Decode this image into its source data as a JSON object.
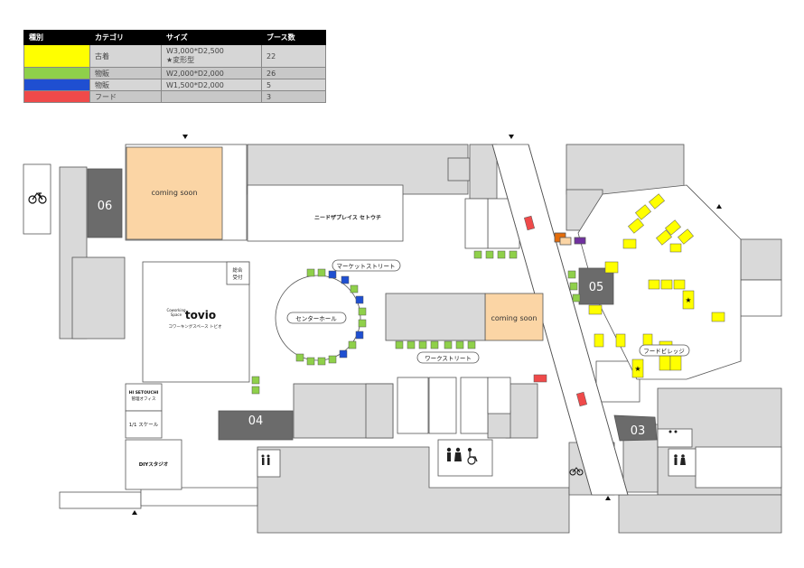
{
  "legend": {
    "headers": [
      "種別",
      "カテゴリ",
      "サイズ",
      "ブース数"
    ],
    "rows": [
      {
        "color": "#ffff00",
        "category": "古着",
        "size_line1": "W3,000*D2,500",
        "size_line2": "★変形型",
        "count": "22"
      },
      {
        "color": "#8fd04a",
        "category": "物販",
        "size_line1": "W2,000*D2,000",
        "size_line2": "",
        "count": "26"
      },
      {
        "color": "#1f4fd1",
        "category": "物販",
        "size_line1": "W1,500*D2,000",
        "size_line2": "",
        "count": "5"
      },
      {
        "color": "#ef4a4a",
        "category": "フード",
        "size_line1": "",
        "size_line2": "",
        "count": "3"
      }
    ]
  },
  "map": {
    "colors": {
      "yellow": "#ffff00",
      "green": "#8fd04a",
      "blue": "#1f4fd1",
      "red": "#ef4a4a",
      "orange": "#fbd5a5",
      "building": "#d9d9d9",
      "dark": "#6b6b6b",
      "purple": "#7030a0",
      "orange_small": "#e36c0a"
    },
    "labels": {
      "coming_soon_1": "coming soon",
      "coming_soon_2": "coming soon",
      "need_supply": "ニードザプレイス セトウチ",
      "market_street": "マーケットストリート",
      "center_hall": "センターホール",
      "work_street": "ワークストリート",
      "food": "フードビレッジ",
      "general_reception_1": "総合",
      "general_reception_2": "受付",
      "coworking_1": "Coworking",
      "coworking_2": "Space",
      "tovio": "tovio",
      "coworking_ja": "コワーキングスペース トビオ",
      "hi_setouchi_1": "HI SETOUCHI",
      "hi_setouchi_2": "管理オフィス",
      "scale": "1/1 スケール",
      "diy": "DIYスタジオ",
      "room_06": "06",
      "room_04": "04",
      "room_05": "05",
      "room_03": "03"
    },
    "icons": [
      "bicycle-icon",
      "restroom-icon",
      "wheelchair-icon",
      "entrance-arrow-icon",
      "star-icon"
    ]
  }
}
